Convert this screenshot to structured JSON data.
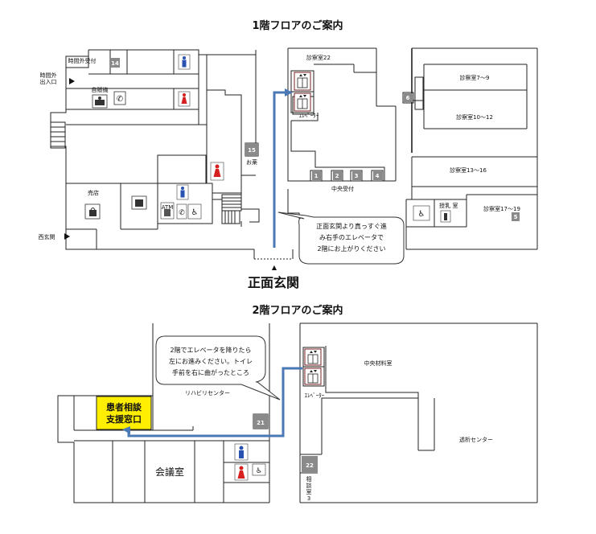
{
  "floor1": {
    "title": "1階フロアのご案内",
    "rooms": {
      "night_reception": "時間外受付",
      "night_entrance_1": "時間外",
      "night_entrance_2": "出入口",
      "vending": "自販機",
      "shop": "売店",
      "pharmacy": "お薬",
      "exam22": "診察室22",
      "exam7_9": "診察室7～9",
      "exam10_12": "診察室10～12",
      "exam13_16": "診察室13～16",
      "exam17_19": "診察室17～19",
      "elevator": "ｴﾚﾍﾞｰﾀｰ",
      "central_reception": "中央受付",
      "atm": "ATM",
      "west_entrance": "西玄関",
      "nursing_1": "授乳",
      "nursing_2": "室"
    },
    "numbers": {
      "n14": "14",
      "n15": "15",
      "n6": "6",
      "n5": "5",
      "c1": "1",
      "c2": "2",
      "c3": "3",
      "c4": "4"
    },
    "callout": [
      "正面玄関より真っすぐ進",
      "み右手のエレベータで",
      "2階にお上がりください"
    ],
    "main_entrance": "正面玄関",
    "arrow": "▲"
  },
  "floor2": {
    "title": "2階フロアのご案内",
    "rooms": {
      "consult_1": "患者相談",
      "consult_2": "支援窓口",
      "rehab": "リハビリセンター",
      "meeting": "会議室",
      "central_supply": "中央材料室",
      "dialysis": "透析センター",
      "elevator": "ｴﾚﾍﾞｰﾀｰ",
      "counsel_1": "相",
      "counsel_2": "談",
      "counsel_3": "室",
      "counsel_4": "3"
    },
    "numbers": {
      "n21": "21",
      "n22": "22"
    },
    "callout": [
      "2階でエレベータを降りたら",
      "左にお進みください。トイレ",
      "手前を右に曲がったところ"
    ]
  },
  "colors": {
    "route": "#4a78b5",
    "highlight": "#ffee00",
    "male": "#2a52b0",
    "female": "#d62020",
    "badge": "#8a8a8a"
  }
}
